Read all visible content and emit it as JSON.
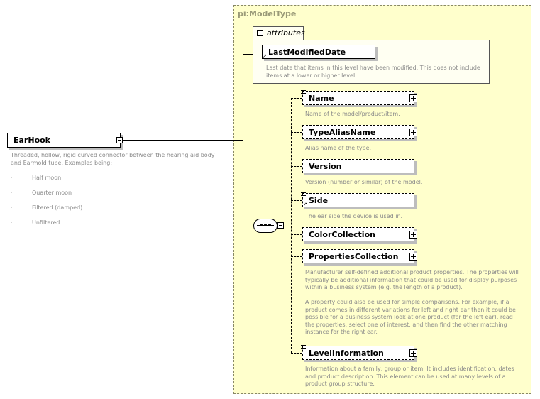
{
  "root": {
    "name": "EarHook",
    "description": "Threaded, hollow, rigid curved connector between the hearing aid body\nand Earmold tube.  Examples being:",
    "examples": [
      "Half moon",
      "Quarter moon",
      "Filtered (damped)",
      "Unfiltered"
    ]
  },
  "type": {
    "name": "pi:ModelType",
    "attributes_label": "attributes",
    "attribute": {
      "name": "LastModifiedDate",
      "description": "Last date that items in this level have been modified. This does not include\nitems at a lower or higher level."
    },
    "children": [
      {
        "name": "Name",
        "description": "Name of the model/product/item."
      },
      {
        "name": "TypeAliasName",
        "description": "Alias name of the type."
      },
      {
        "name": "Version",
        "description": "Version (number or similar) of the model."
      },
      {
        "name": "Side",
        "description": "The ear side the device is used in."
      },
      {
        "name": "ColorCollection",
        "description": ""
      },
      {
        "name": "PropertiesCollection",
        "description": "Manufacturer self-defined additional product properties.  The properties will\ntypically be additional information that could be used for display purposes\nwithin a business system (e.g. the length of a product).\n\nA property could also be used for simple comparisons.  For example, if a\nproduct comes in different variations for left and right ear then it could be\npossible for a business system look at one product (for the left ear), read\nthe properties, select one of interest, and then find the other matching\ninstance for the right ear."
      },
      {
        "name": "LevelInformation",
        "description": "Information about a family, group or item. It includes identification, dates\nand product description. This element can be used at many levels of a\nproduct group structure."
      }
    ]
  }
}
